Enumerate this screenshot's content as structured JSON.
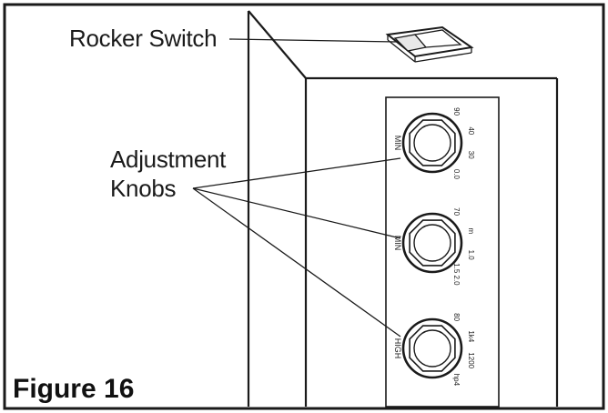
{
  "callouts": {
    "rocker_switch": "Rocker Switch",
    "adjustment_line1": "Adjustment",
    "adjustment_line2": "Knobs"
  },
  "caption": "Figure 16",
  "knobs": [
    {
      "name": "top",
      "dial_label": "MIN",
      "scale": [
        "90",
        "40",
        "30",
        "0.0"
      ]
    },
    {
      "name": "middle",
      "dial_label": "MIN",
      "scale": [
        "70",
        "m",
        "1.0",
        "1.5 2.0"
      ]
    },
    {
      "name": "bottom",
      "dial_label": "HIGH",
      "scale": [
        "80",
        "1k4",
        "1200",
        "hp4"
      ]
    }
  ]
}
